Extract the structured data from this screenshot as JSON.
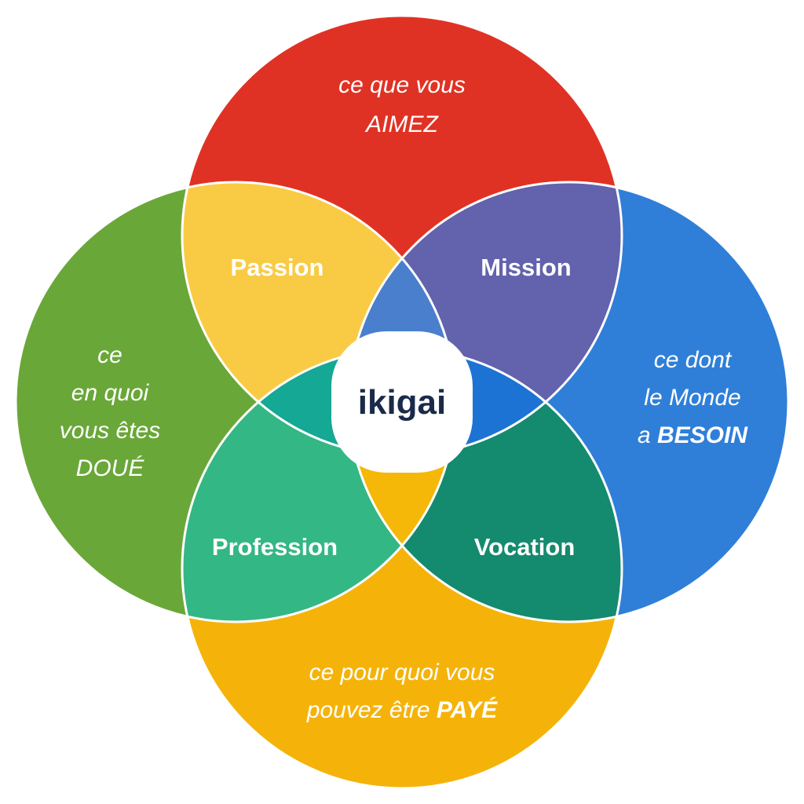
{
  "colors": {
    "top_circle": "#e03224",
    "left_circle": "#6aa739",
    "right_circle": "#2f7fd8",
    "bottom_circle": "#f5b30a",
    "passion": "#f9cb45",
    "mission": "#6362ac",
    "profession": "#33b785",
    "vocation": "#148a6e",
    "inner_top": "#4a7fcd",
    "inner_left": "#14a895",
    "inner_right": "#1d73d4",
    "inner_bottom": "#f5b808",
    "center": "#ffffff",
    "center_text": "#1a2a4a"
  },
  "circles": {
    "top": {
      "line1": "ce que vous",
      "emphasis": "AIMEZ"
    },
    "left": {
      "line1": "ce",
      "line2": "en quoi",
      "line3": "vous êtes",
      "emphasis": "DOUÉ"
    },
    "right": {
      "line1": "ce dont",
      "line2": "le Monde",
      "line3_prefix": "a ",
      "emphasis": "BESOIN"
    },
    "bottom": {
      "line1": "ce pour quoi vous",
      "line2_prefix": "pouvez être ",
      "emphasis": "PAYÉ"
    }
  },
  "overlaps": {
    "passion": "Passion",
    "mission": "Mission",
    "profession": "Profession",
    "vocation": "Vocation"
  },
  "center": {
    "label": "ikigai"
  }
}
